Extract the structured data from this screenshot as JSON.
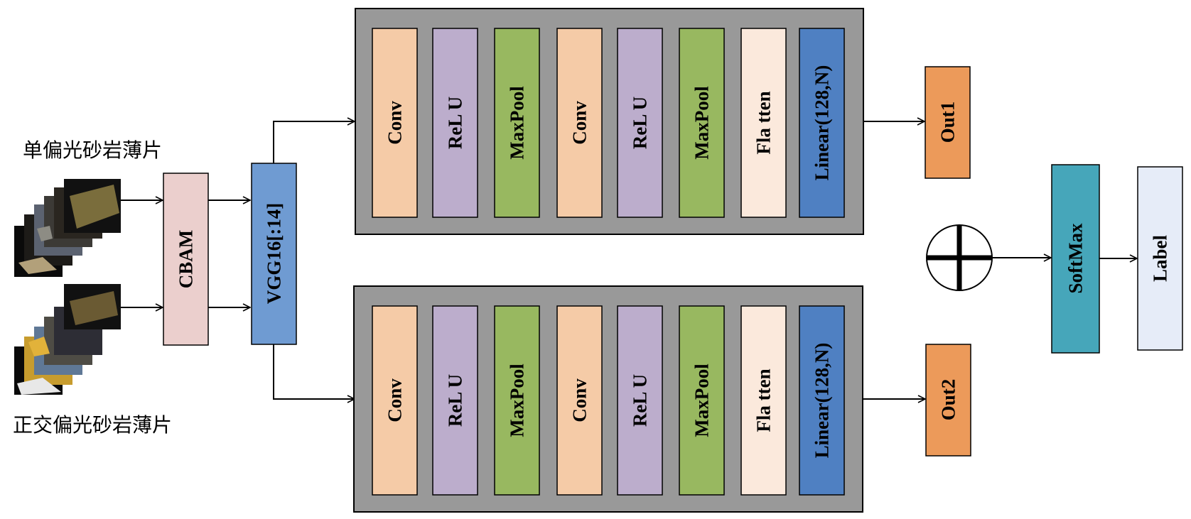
{
  "inputs": {
    "top_label": "单偏光砂岩薄片",
    "bottom_label": "正交偏光砂岩薄片"
  },
  "modules": {
    "cbam": "CBAM",
    "vgg": "VGG16[:14]",
    "softmax": "SoftMax",
    "label": "Label"
  },
  "branches": [
    {
      "layers": [
        "Conv",
        "ReL U",
        "MaxPool",
        "Conv",
        "ReL U",
        "MaxPool",
        "Fla tten",
        "Linear(128,N)"
      ],
      "output": "Out1"
    },
    {
      "layers": [
        "Conv",
        "ReL U",
        "MaxPool",
        "Conv",
        "ReL U",
        "MaxPool",
        "Fla tten",
        "Linear(128,N)"
      ],
      "output": "Out2"
    }
  ],
  "colors": {
    "conv": "#f5cba7",
    "relu": "#bcadcc",
    "maxpool": "#98b860",
    "flatten": "#fbe9dc",
    "linear": "#4f80c2",
    "cbam": "#ebcfcd",
    "vgg": "#6f9bd2",
    "out": "#ec9a5a",
    "softmax": "#46a6ba",
    "label": "#e6ecf8",
    "panel": "#999999"
  },
  "icons": {
    "fusion": "circled-plus-icon"
  }
}
